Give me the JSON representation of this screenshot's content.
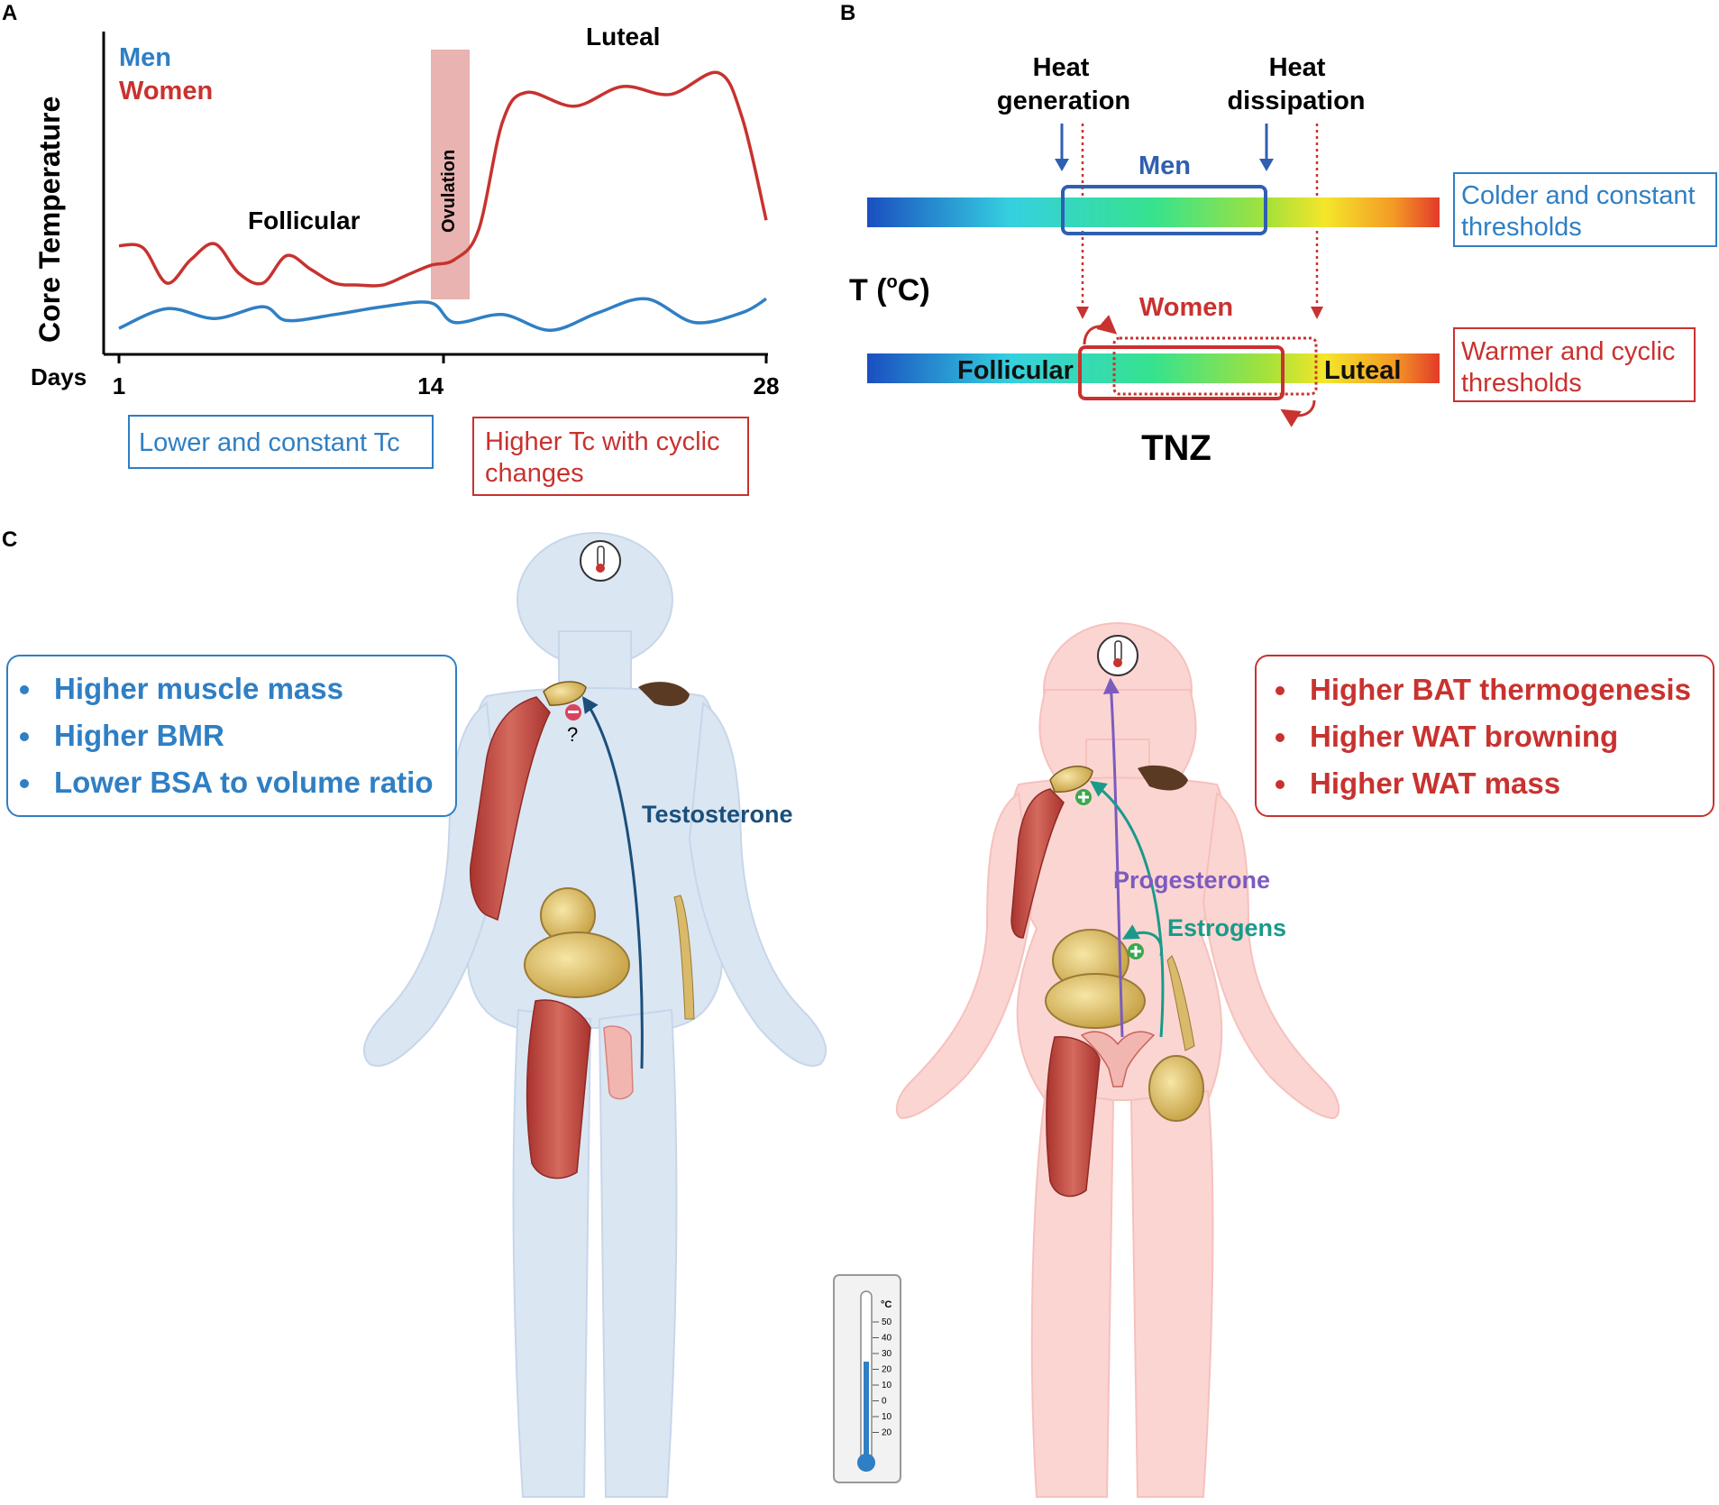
{
  "panels": {
    "a": "A",
    "b": "B",
    "c": "C"
  },
  "panel_a": {
    "y_label": "Core Temperature",
    "x_label": "Days",
    "legend_men": "Men",
    "legend_women": "Women",
    "phase_follicular": "Follicular",
    "phase_ovulation": "Ovulation",
    "phase_luteal": "Luteal",
    "box_men": "Lower and constant Tc",
    "box_women_line1": "Higher Tc with cyclic",
    "box_women_line2": "changes",
    "colors": {
      "men": "#2f7fc4",
      "women": "#c8322f",
      "ovulation": "#e8b3b0"
    }
  },
  "panel_b": {
    "heat_generation_1": "Heat",
    "heat_generation_2": "generation",
    "heat_dissipation_1": "Heat",
    "heat_dissipation_2": "dissipation",
    "men_label": "Men",
    "women_label": "Women",
    "temp_label": "T (",
    "temp_unit_sup": "o",
    "temp_unit": "C)",
    "follicular": "Follicular",
    "luteal": "Luteal",
    "tnz": "TNZ",
    "box_men_line1": "Colder and constant",
    "box_men_line2": "thresholds",
    "box_women_line1": "Warmer and cyclic",
    "box_women_line2": "thresholds"
  },
  "panel_c": {
    "men_traits": [
      "Higher muscle mass",
      "Higher BMR",
      "Lower BSA to volume ratio"
    ],
    "women_traits": [
      "Higher BAT thermogenesis",
      "Higher WAT browning",
      "Higher WAT mass"
    ],
    "testosterone": "Testosterone",
    "progesterone": "Progesterone",
    "estrogens": "Estrogens",
    "question": "?",
    "thermometer_unit": "°C",
    "thermometer_ticks": [
      "50",
      "40",
      "30",
      "20",
      "10",
      "0",
      "10",
      "20"
    ]
  },
  "chart_data": {
    "type": "line",
    "title": "",
    "xlabel": "Days",
    "ylabel": "Core Temperature",
    "x_ticks": [
      1,
      14,
      28
    ],
    "series": [
      {
        "name": "Men",
        "x": [
          1,
          3,
          5,
          7,
          8,
          10,
          12,
          14,
          15,
          17,
          19,
          21,
          23,
          25,
          27,
          28
        ],
        "values": [
          0.05,
          0.15,
          0.1,
          0.16,
          0.09,
          0.12,
          0.16,
          0.18,
          0.08,
          0.12,
          0.04,
          0.13,
          0.2,
          0.08,
          0.13,
          0.2
        ]
      },
      {
        "name": "Women",
        "x": [
          1,
          2,
          3,
          4,
          5,
          6,
          7,
          8,
          9,
          10,
          11,
          12,
          13,
          14,
          15,
          16,
          17,
          18,
          20,
          22,
          24,
          26,
          27,
          28
        ],
        "values": [
          0.47,
          0.46,
          0.28,
          0.4,
          0.48,
          0.33,
          0.28,
          0.42,
          0.35,
          0.28,
          0.27,
          0.27,
          0.32,
          0.37,
          0.4,
          0.55,
          1.1,
          1.25,
          1.18,
          1.28,
          1.24,
          1.35,
          1.12,
          0.6
        ]
      }
    ]
  }
}
